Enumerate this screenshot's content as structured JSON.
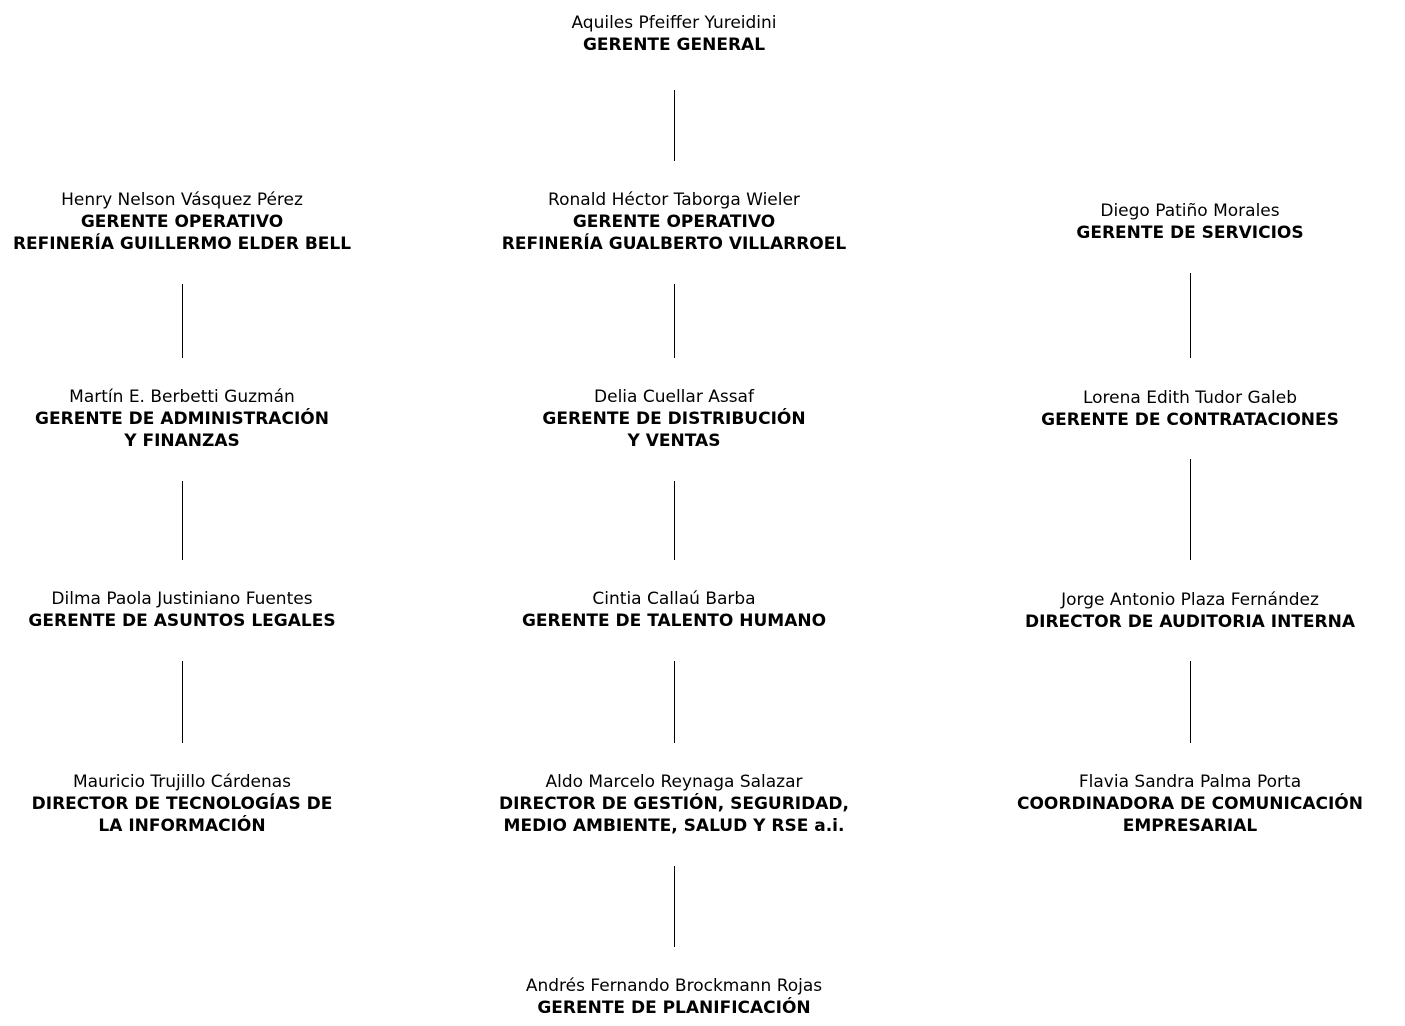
{
  "chart_data": {
    "type": "org-chart",
    "nodes": [
      {
        "name": "Aquiles Pfeiffer Yureidini",
        "title": [
          "GERENTE GENERAL"
        ]
      },
      {
        "name": "Henry Nelson Vásquez Pérez",
        "title": [
          "GERENTE OPERATIVO",
          "REFINERÍA GUILLERMO ELDER BELL"
        ]
      },
      {
        "name": "Ronald Héctor Taborga Wieler",
        "title": [
          "GERENTE OPERATIVO",
          "REFINERÍA GUALBERTO VILLARROEL"
        ]
      },
      {
        "name": "Diego Patiño Morales",
        "title": [
          "GERENTE DE SERVICIOS"
        ]
      },
      {
        "name": "Martín E. Berbetti Guzmán",
        "title": [
          "GERENTE DE ADMINISTRACIÓN",
          "Y FINANZAS"
        ]
      },
      {
        "name": "Delia Cuellar Assaf",
        "title": [
          "GERENTE DE DISTRIBUCIÓN",
          "Y VENTAS"
        ]
      },
      {
        "name": "Lorena Edith Tudor Galeb",
        "title": [
          "GERENTE DE CONTRATACIONES"
        ]
      },
      {
        "name": "Dilma Paola Justiniano Fuentes",
        "title": [
          "GERENTE DE ASUNTOS LEGALES"
        ]
      },
      {
        "name": "Cintia Callaú Barba",
        "title": [
          "GERENTE DE TALENTO HUMANO"
        ]
      },
      {
        "name": "Jorge Antonio Plaza Fernández",
        "title": [
          "DIRECTOR DE AUDITORIA INTERNA"
        ]
      },
      {
        "name": "Mauricio Trujillo Cárdenas",
        "title": [
          "DIRECTOR DE TECNOLOGÍAS DE",
          "LA INFORMACIÓN"
        ]
      },
      {
        "name": "Aldo Marcelo Reynaga Salazar",
        "title": [
          "DIRECTOR DE GESTIÓN, SEGURIDAD,",
          "MEDIO AMBIENTE, SALUD Y RSE a.i."
        ]
      },
      {
        "name": "Flavia Sandra Palma Porta",
        "title": [
          "COORDINADORA DE COMUNICACIÓN",
          "EMPRESARIAL"
        ]
      },
      {
        "name": "Andrés Fernando Brockmann Rojas",
        "title": [
          "GERENTE DE PLANIFICACIÓN"
        ]
      }
    ]
  }
}
